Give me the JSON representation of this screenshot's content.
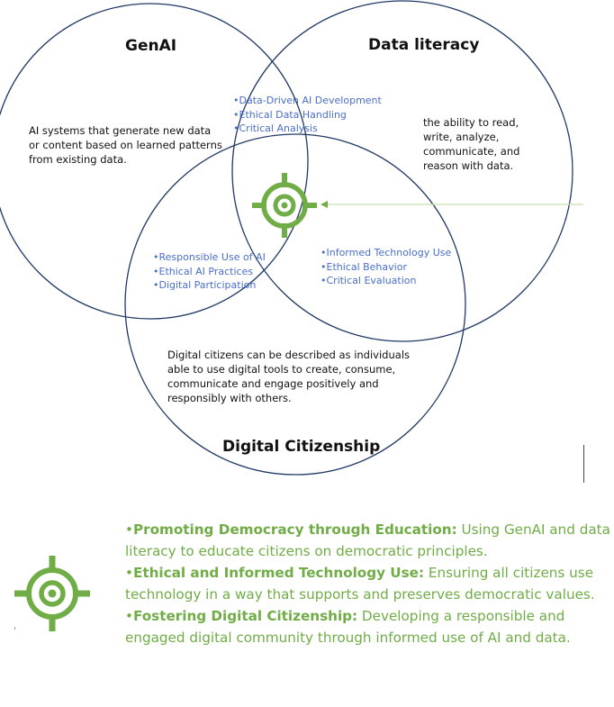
{
  "circles": [
    {
      "title": "GenAI",
      "description": "AI systems that generate new data or content based on learned patterns from existing data."
    },
    {
      "title": "Data literacy",
      "description": "the ability to read, write, analyze, communicate, and reason with data."
    },
    {
      "title": "Digital Citizenship",
      "description": "Digital citizens can be described as individuals able to use digital tools to create, consume, communicate and engage positively and responsibly with others."
    }
  ],
  "overlaps": {
    "genai_data": [
      "•Data-Driven AI Development",
      "•Ethical Data Handling",
      "•Critical Analysis"
    ],
    "genai_citizenship": [
      "•Responsible Use of AI",
      "•Ethical AI Practices",
      "•Digital Participation"
    ],
    "data_citizenship": [
      "•Informed Technology Use",
      "•Ethical Behavior",
      "•Critical Evaluation"
    ]
  },
  "center_icon": "target-icon",
  "legend_icon": "target-icon",
  "legend": [
    {
      "bullet": "•",
      "heading": "Promoting Democracy through Education:",
      "text": " Using GenAI and data literacy to educate citizens on democratic principles."
    },
    {
      "bullet": "•",
      "heading": "Ethical and Informed Technology Use:",
      "text": " Ensuring all citizens use technology in a way that supports and preserves democratic values."
    },
    {
      "bullet": "•",
      "heading": "Fostering Digital Citizenship:",
      "text": " Developing a responsible and engaged digital community through informed use of AI and data."
    }
  ],
  "colors": {
    "circle_stroke": "#1f3864",
    "overlap_text": "#4a6fc7",
    "target_green": "#70ad47",
    "pointer_line": "#c9deb0"
  }
}
